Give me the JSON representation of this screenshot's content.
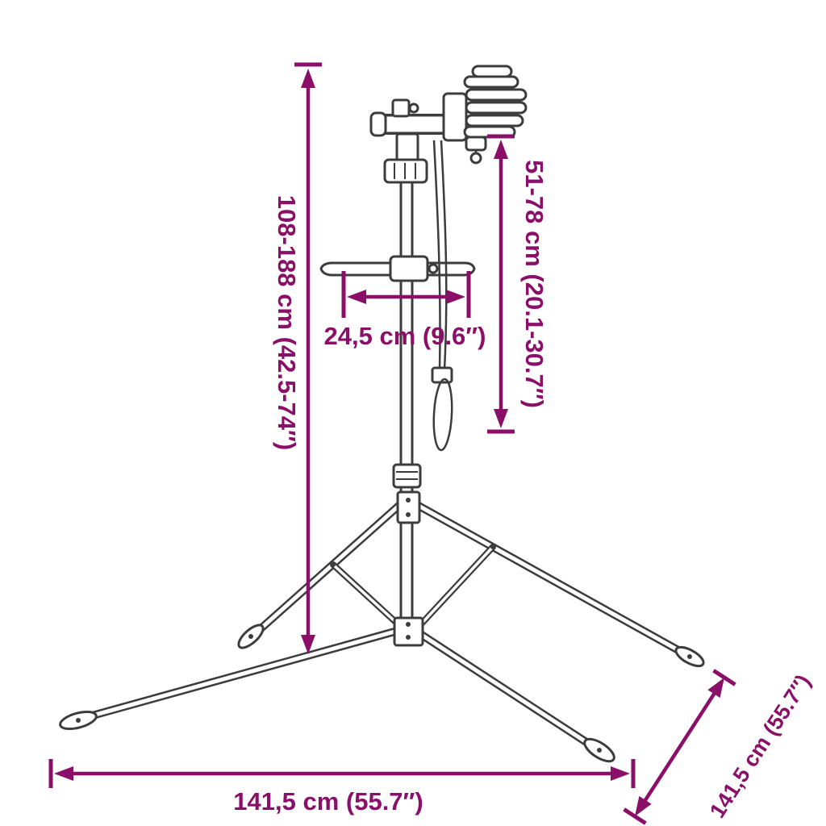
{
  "diagram": {
    "colors": {
      "accent": "#8A0F68",
      "line_art": "#3C3C3C",
      "background": "#FFFFFF"
    },
    "dimensions": {
      "height_range": "108-188 cm (42.5-74″)",
      "clamp_height_range": "51-78 cm (20.1-30.7″)",
      "tray_width": "24,5 cm (9.6″)",
      "base_width": "141,5 cm (55.7″)",
      "base_depth": "141,5 cm (55.7″)"
    }
  }
}
